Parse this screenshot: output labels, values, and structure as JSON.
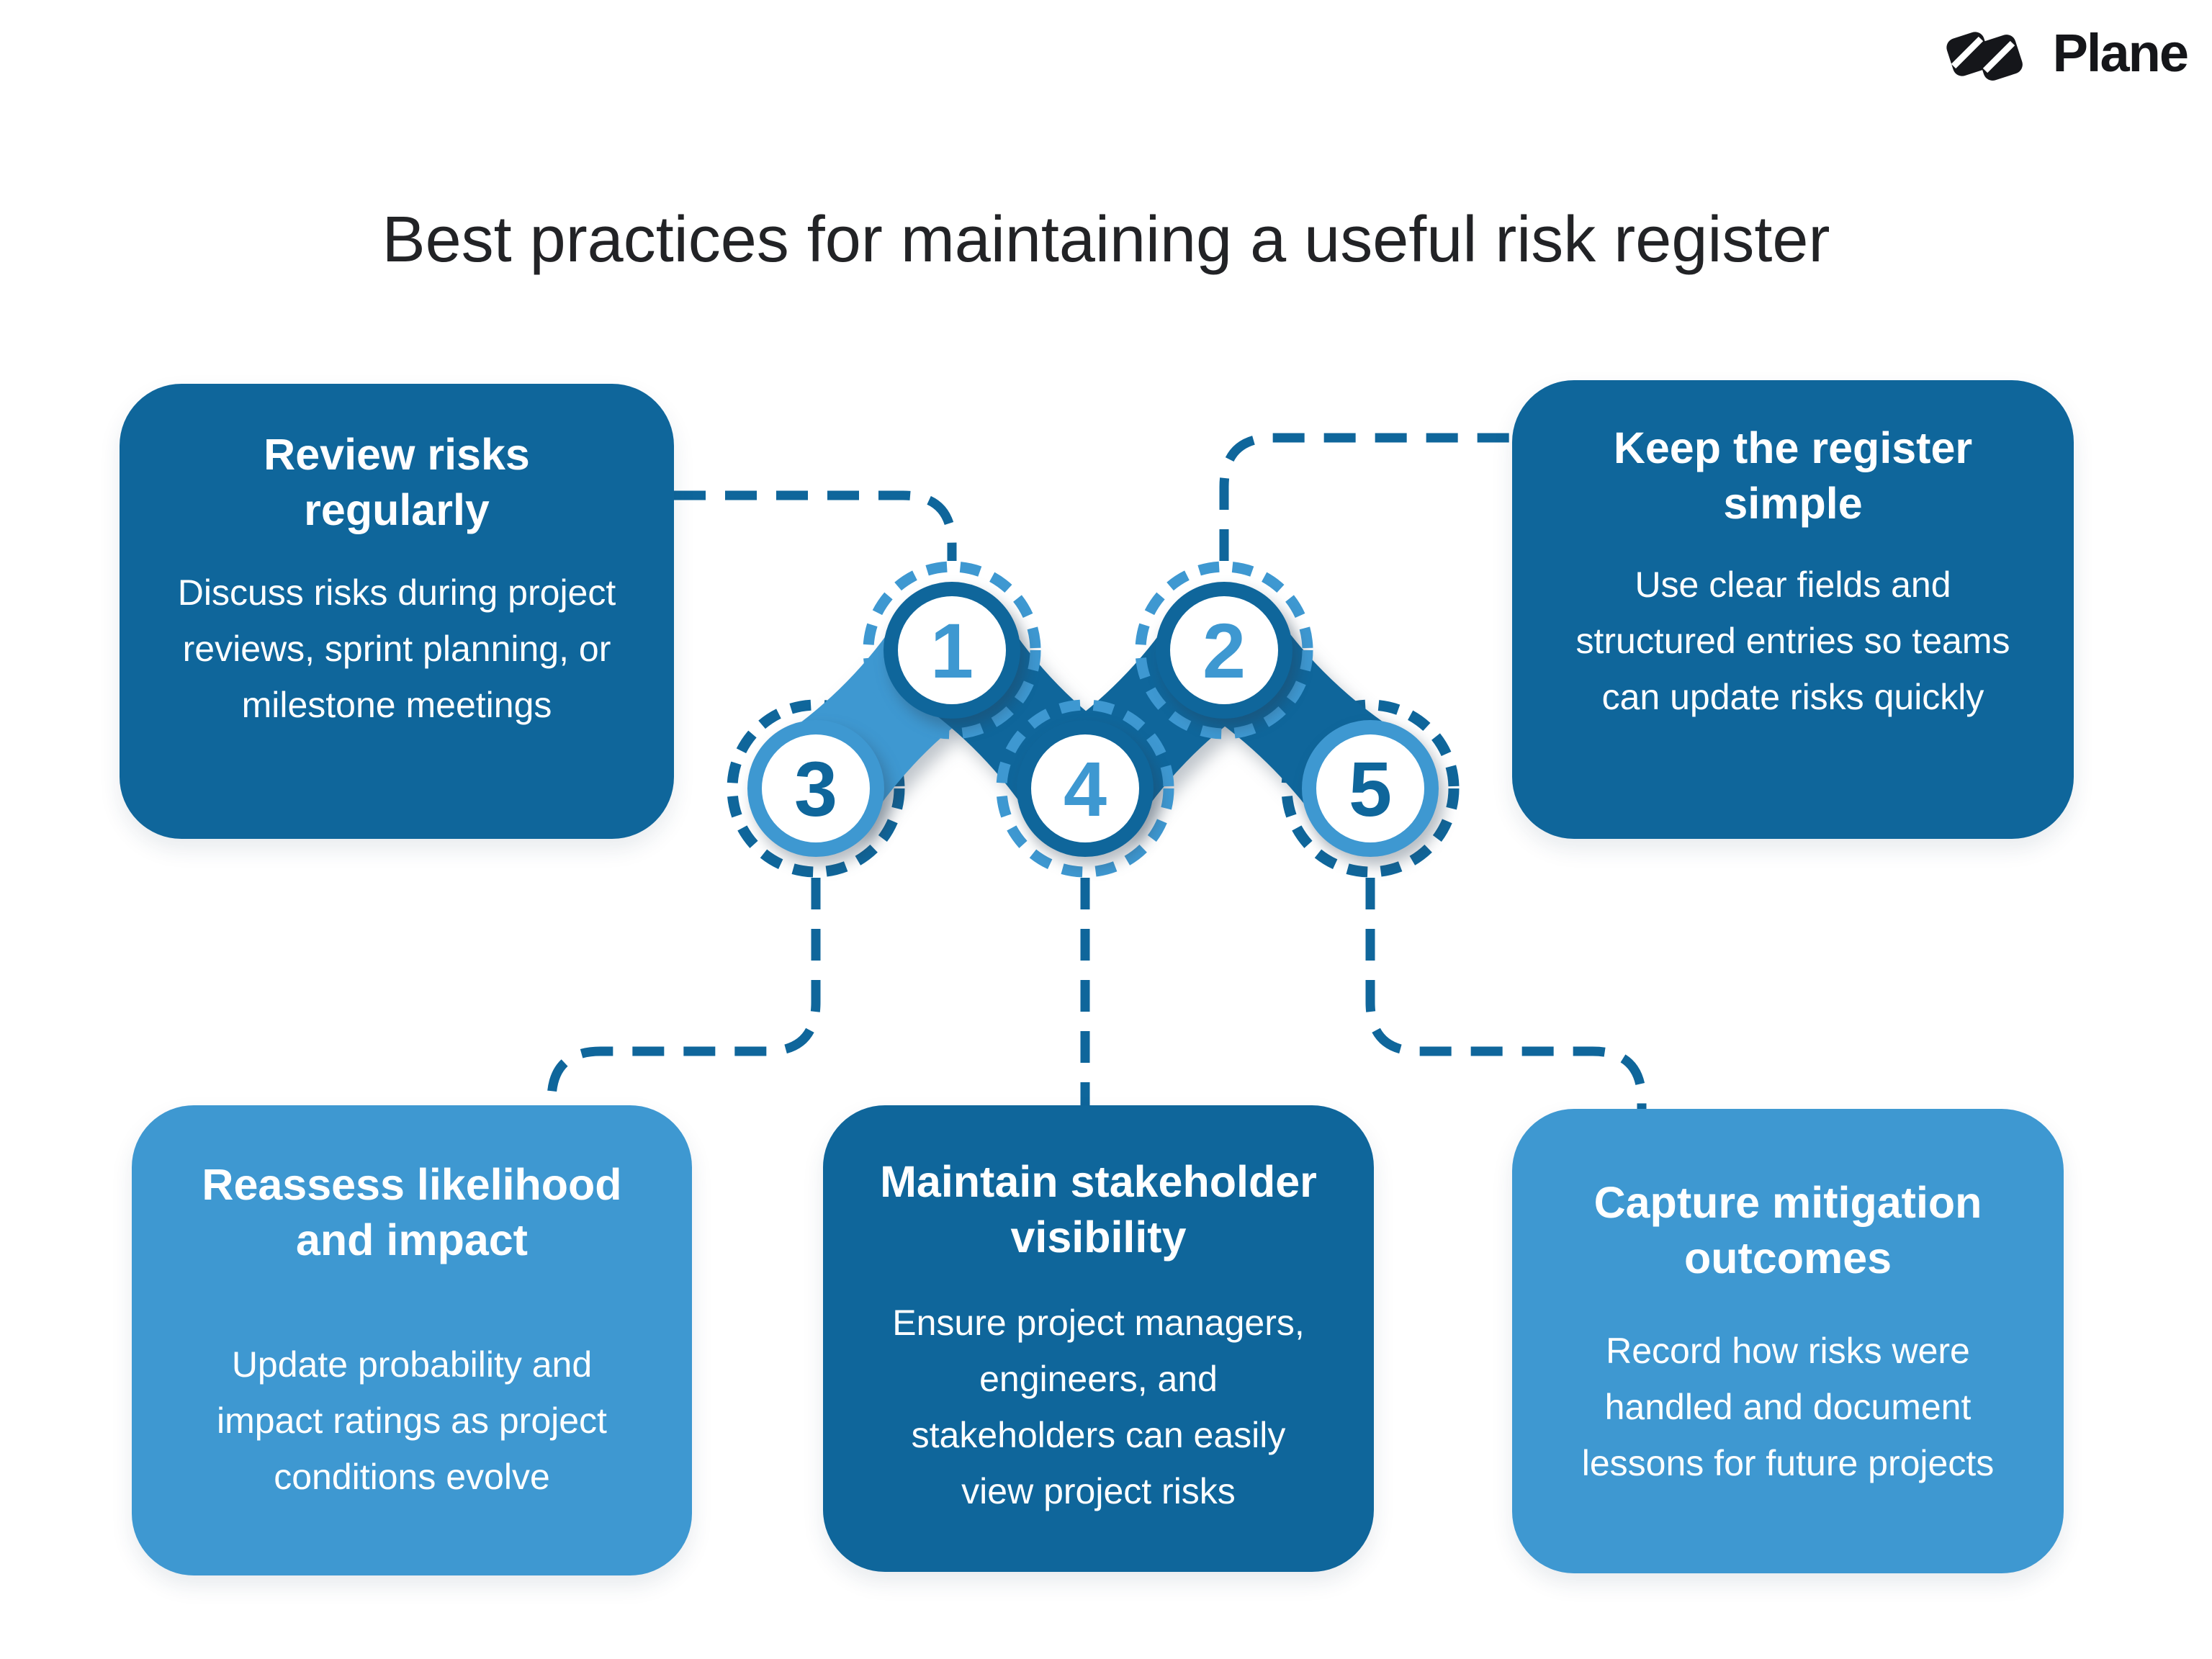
{
  "logo": {
    "text": "Plane"
  },
  "title": "Best practices for maintaining a useful risk register",
  "colors": {
    "dark_blue": "#0F669B",
    "light_blue": "#3E98D1",
    "title_text": "#222326",
    "card_text": "#FFFFFF",
    "background": "#FFFFFF"
  },
  "steps": [
    {
      "number": "1",
      "tone": "dark",
      "position": "top-left",
      "title": "Review risks regularly",
      "description": "Discuss risks during project reviews, sprint planning, or milestone meetings"
    },
    {
      "number": "2",
      "tone": "dark",
      "position": "top-right",
      "title": "Keep the register simple",
      "description": "Use clear fields and structured entries so teams can update risks quickly"
    },
    {
      "number": "3",
      "tone": "light",
      "position": "bottom-left",
      "title": "Reassess likelihood and impact",
      "description": "Update probability and impact ratings as project conditions evolve"
    },
    {
      "number": "4",
      "tone": "dark",
      "position": "bottom-center",
      "title": "Maintain stakeholder visibility",
      "description": "Ensure project managers, engineers, and stakeholders can easily view project risks"
    },
    {
      "number": "5",
      "tone": "light",
      "position": "bottom-right",
      "title": "Capture mitigation outcomes",
      "description": "Record how risks were handled and document lessons for future projects"
    }
  ]
}
